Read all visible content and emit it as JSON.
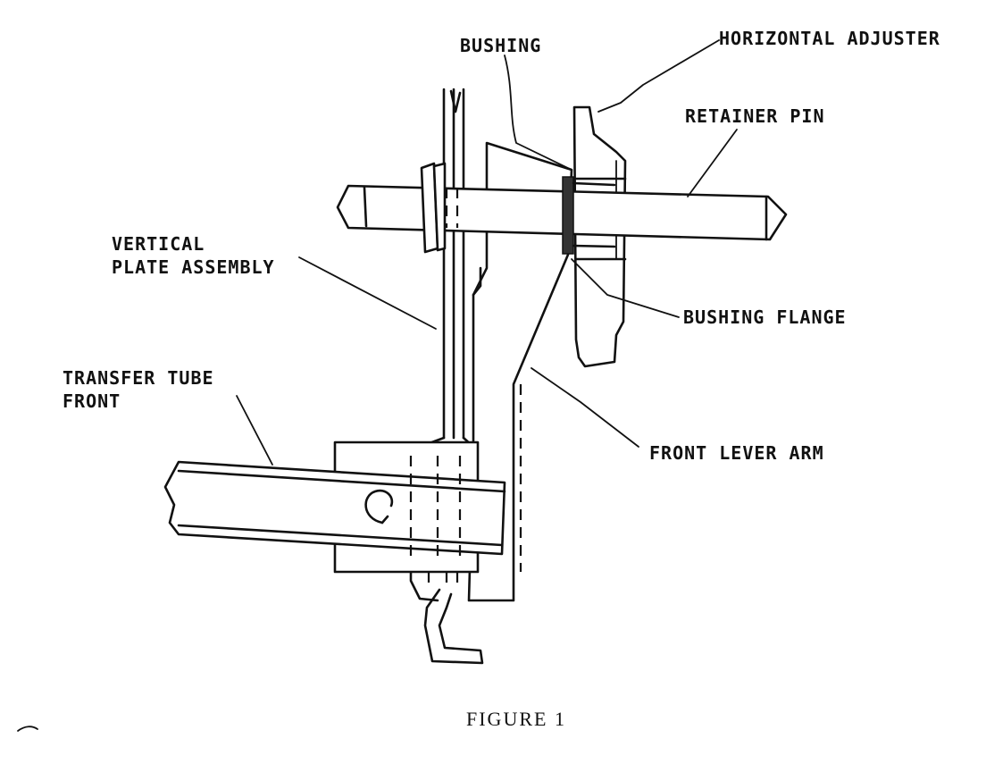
{
  "labels": {
    "bushing": "BUSHING",
    "horizontal_adjuster": "HORIZONTAL ADJUSTER",
    "retainer_pin": "RETAINER PIN",
    "vertical_line1": "VERTICAL",
    "vertical_line2": "PLATE ASSEMBLY",
    "bushing_flange": "BUSHING FLANGE",
    "transfer_line1": "TRANSFER TUBE",
    "transfer_line2": "FRONT",
    "front_lever_arm": "FRONT LEVER ARM"
  },
  "caption": "FIGURE 1"
}
